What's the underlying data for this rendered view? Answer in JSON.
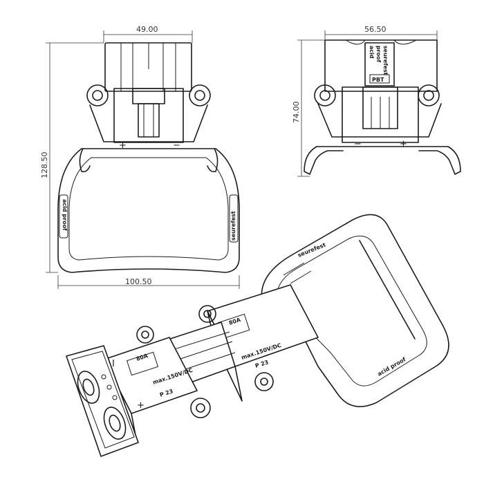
{
  "front_view": {
    "dim_width": "49.00",
    "dim_height": "128.50",
    "dim_handle_width": "100.50",
    "handle_label_left": "acid proof",
    "handle_label_right": "seurefest",
    "plus": "+",
    "minus": "−"
  },
  "side_view": {
    "dim_width": "56.50",
    "dim_height": "74.00",
    "tab_text_1": "acid",
    "tab_text_2": "proof",
    "tab_text_3": "seurefest",
    "tab_code": "PBT",
    "plus": "+",
    "minus": "−"
  },
  "iso_view": {
    "rating": "80A",
    "voltage": "max.150V/DC",
    "ip": "P 23",
    "label_seurefest": "seurefest",
    "label_acid_proof": "acid proof",
    "plus": "+",
    "minus": "I"
  }
}
